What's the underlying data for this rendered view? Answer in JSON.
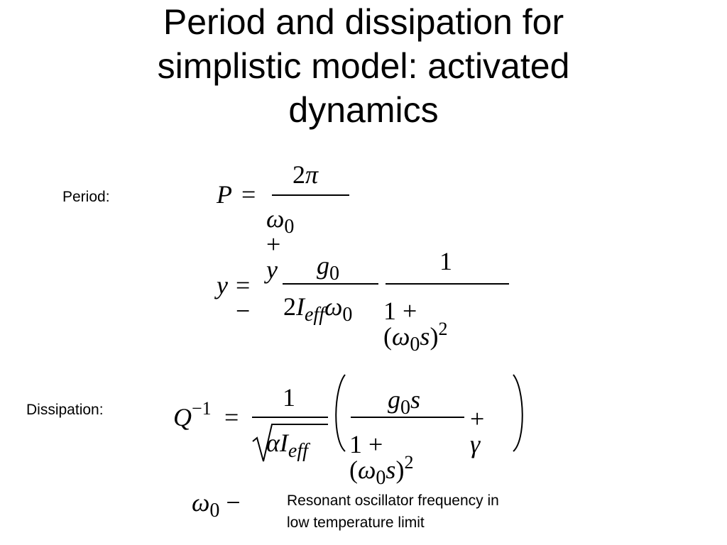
{
  "title": {
    "line1": "Period and dissipation for",
    "line2": "simplistic model:  activated",
    "line3": "dynamics"
  },
  "labels": {
    "period": "Period:",
    "dissipation": "Dissipation:"
  },
  "equations": {
    "period": {
      "lhs": "P",
      "numerator": "2π",
      "denominator": "ω0 + y"
    },
    "y_def": {
      "lhs": "y",
      "frac1_num": "g0",
      "frac1_den": "2Ieffω0",
      "frac2_num": "1",
      "frac2_den": "1 + (ω0s)2"
    },
    "dissipation": {
      "lhs": "Q−1",
      "frac1_num": "1",
      "frac1_den": "√(αIeff)",
      "frac2_num": "g0s",
      "frac2_den": "1 + (ω0s)2",
      "plus_term": "γ"
    },
    "omega_symbol": "ω0 −"
  },
  "note": {
    "line1": "Resonant oscillator frequency in",
    "line2": "low temperature limit"
  }
}
